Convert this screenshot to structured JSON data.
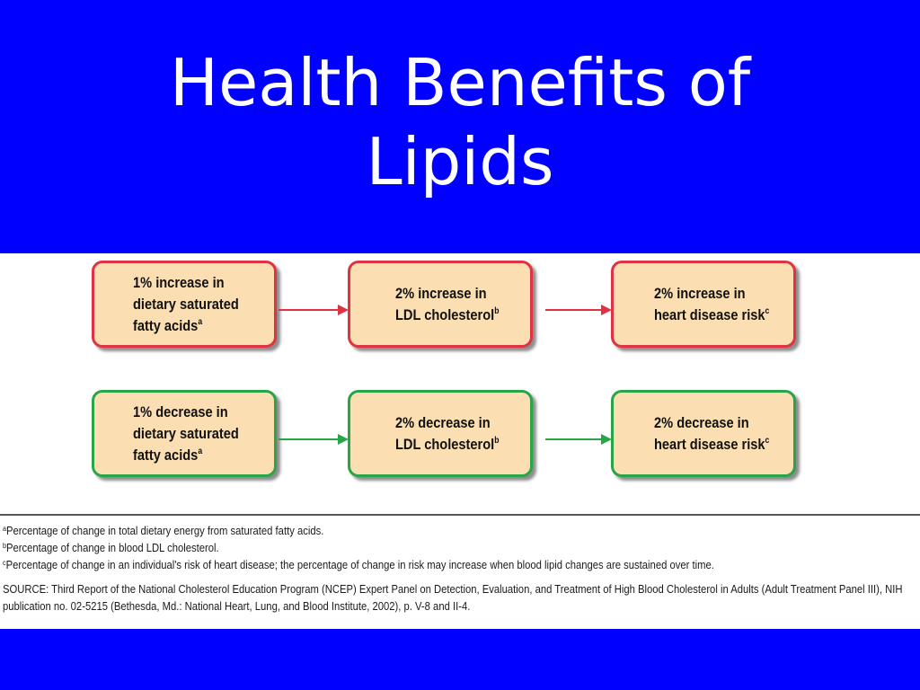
{
  "slide": {
    "title_line1": "Health Benefits of",
    "title_line2": "Lipids"
  },
  "diagram": {
    "increase_row": {
      "box1": {
        "line1": "1% increase in",
        "line2": "dietary saturated",
        "line3": "fatty acids",
        "sup": "a"
      },
      "box2": {
        "line1": "2% increase in",
        "line2": "LDL cholesterol",
        "sup": "b"
      },
      "box3": {
        "line1": "2% increase in",
        "line2": "heart disease risk",
        "sup": "c"
      }
    },
    "decrease_row": {
      "box1": {
        "line1": "1% decrease in",
        "line2": "dietary saturated",
        "line3": "fatty acids",
        "sup": "a"
      },
      "box2": {
        "line1": "2% decrease in",
        "line2": "LDL cholesterol",
        "sup": "b"
      },
      "box3": {
        "line1": "2% decrease in",
        "line2": "heart disease risk",
        "sup": "c"
      }
    }
  },
  "footnotes": {
    "a": {
      "mark": "a",
      "text": "Percentage of change in total dietary energy from saturated fatty acids."
    },
    "b": {
      "mark": "b",
      "text": "Percentage of change in blood LDL cholesterol."
    },
    "c": {
      "mark": "c",
      "text": "Percentage of change in an individual's risk of heart disease; the percentage of change in risk may increase when blood lipid changes are sustained over time."
    },
    "source": "SOURCE: Third Report of the National Cholesterol Education Program (NCEP) Expert Panel on Detection, Evaluation, and Treatment of High Blood Cholesterol in Adults (Adult Treatment Panel III), NIH publication no. 02-5215 (Bethesda, Md.: National Heart, Lung, and Blood Institute, 2002), p. V-8 and II-4."
  },
  "colors": {
    "background": "#0000ff",
    "title_text": "#ffffff",
    "box_fill": "#fbdfb3",
    "increase_border": "#e13241",
    "decrease_border": "#27a547"
  }
}
